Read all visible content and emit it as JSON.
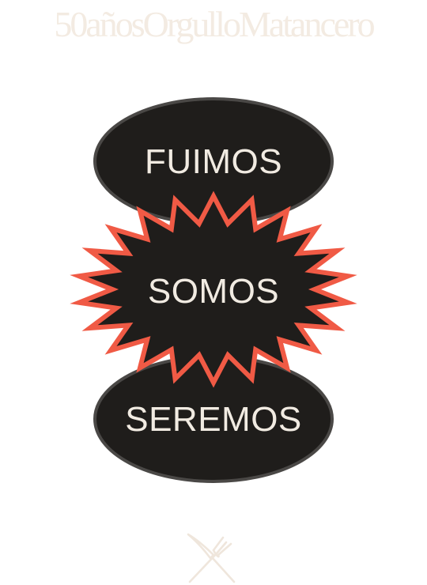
{
  "header": {
    "title": "50añosOrgulloMatancero"
  },
  "badges": {
    "top": "FUIMOS",
    "middle": "SOMOS",
    "bottom": "SEREMOS"
  },
  "colors": {
    "badge_fill": "#1f1d1b",
    "badge_stroke": "#4a4846",
    "burst_stroke": "#f05a45",
    "text_cream": "#f1ebe2",
    "headline": "#f3ebe2",
    "emblem": "#efe6dc"
  },
  "icons": {
    "footer": "fork-and-knife-icon"
  }
}
